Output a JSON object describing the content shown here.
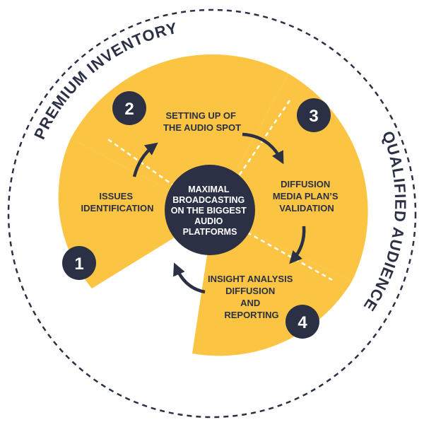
{
  "colors": {
    "yellow": "#fbc543",
    "navy": "#2b3045",
    "white": "#ffffff"
  },
  "ring_text": {
    "top": "PREMIUM INVENTORY",
    "bottom_right": "QUALIFIED AUDIENCE"
  },
  "center": {
    "lines": [
      "MAXIMAL",
      "BROADCASTING",
      "ON THE BIGGEST",
      "AUDIO",
      "PLATFORMS"
    ]
  },
  "steps": [
    {
      "number": "1",
      "lines": [
        "ISSUES",
        "IDENTIFICATION"
      ]
    },
    {
      "number": "2",
      "lines": [
        "SETTING UP OF",
        "THE AUDIO SPOT"
      ]
    },
    {
      "number": "3",
      "lines": [
        "DIFFUSION",
        "MEDIA PLAN’S",
        "VALIDATION"
      ]
    },
    {
      "number": "4",
      "lines": [
        "INSIGHT ANALYSIS",
        "DIFFUSION",
        "AND",
        "REPORTING"
      ]
    }
  ]
}
